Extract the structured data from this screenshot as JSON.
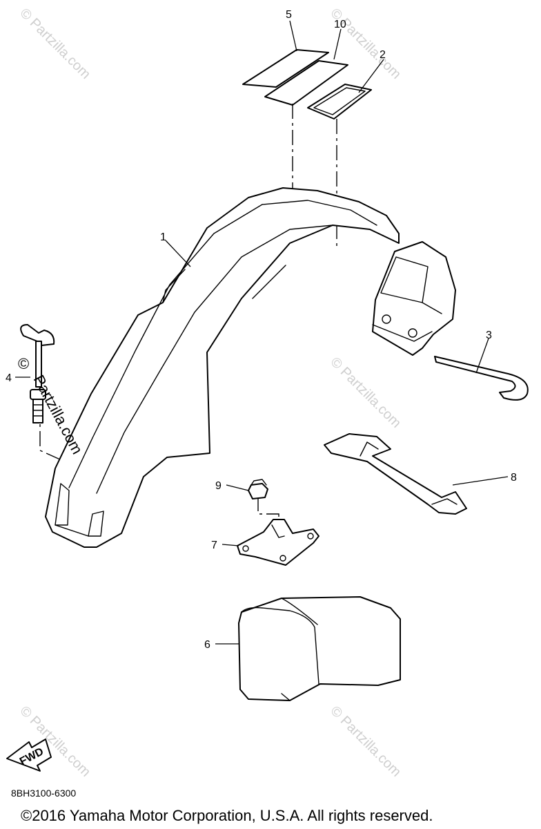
{
  "callouts": {
    "c1": "1",
    "c2": "2",
    "c3": "3",
    "c4": "4",
    "c5": "5",
    "c6": "6",
    "c7": "7",
    "c8": "8",
    "c9": "9",
    "c10": "10"
  },
  "watermark": {
    "text": "© Partzilla.com",
    "overlay_text": "Partzilla.com",
    "overlay_symbol": "©"
  },
  "fwd_label": "FWD",
  "diagram_code": "8BH3100-6300",
  "copyright": "©2016 Yamaha Motor Corporation, U.S.A. All rights reserved."
}
